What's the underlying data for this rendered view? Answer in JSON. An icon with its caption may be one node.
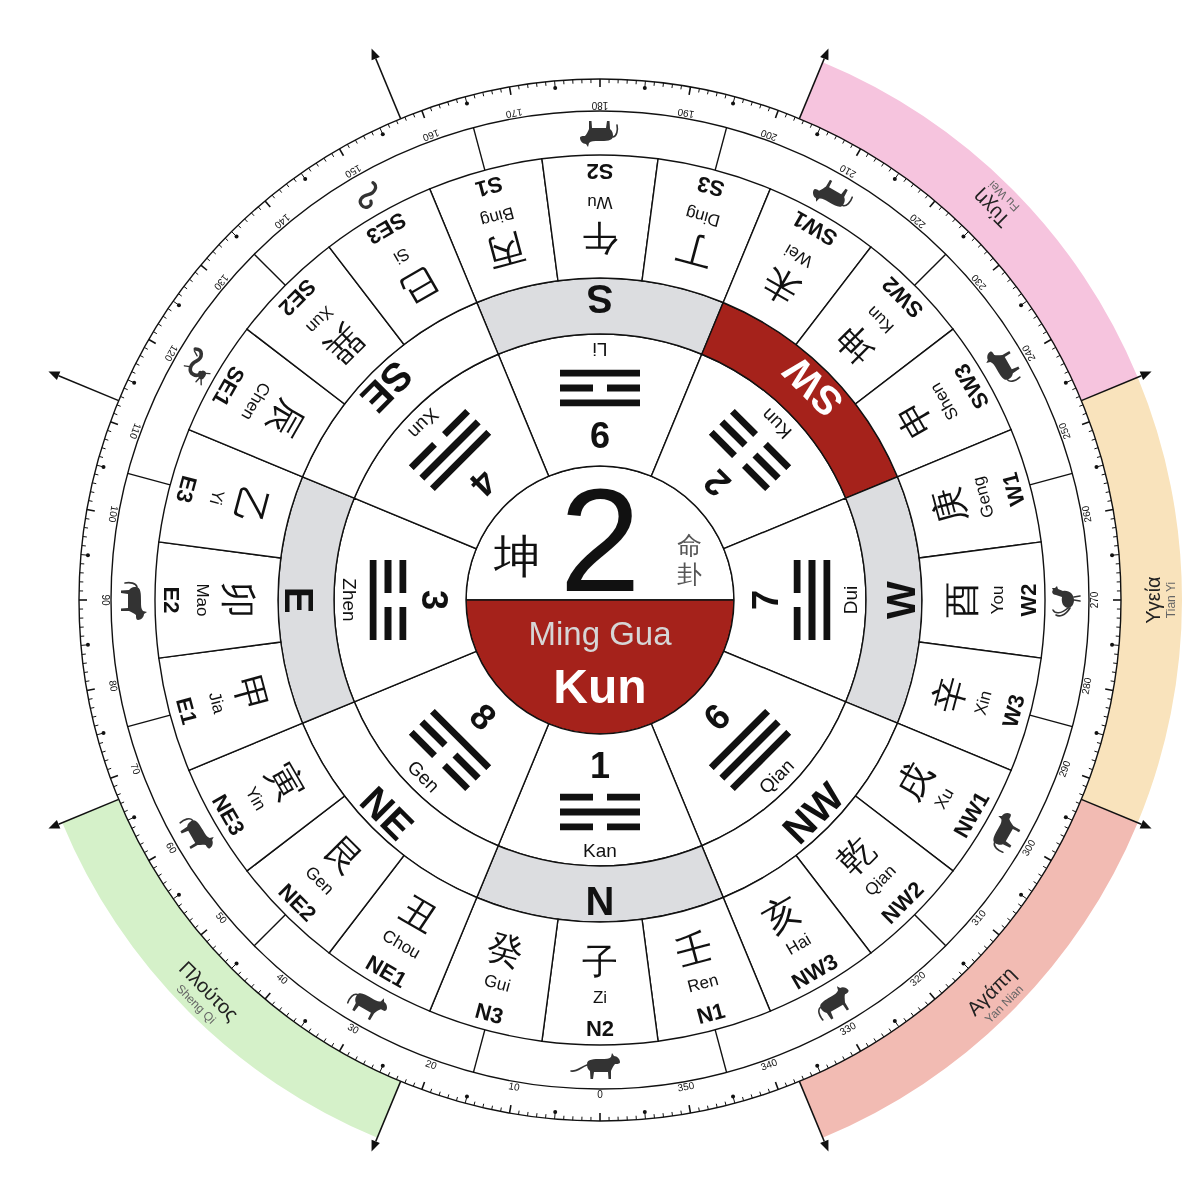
{
  "diagram": {
    "nodes": [
      {
        "text": [
          "坤",
          "2",
          "命卦"
        ]
      },
      {
        "text": [
          "Ming Gua",
          "Kun"
        ]
      },
      {
        "text": [
          "9",
          "Li"
        ]
      },
      {
        "text": [
          "2",
          "Kun"
        ]
      },
      {
        "text": [
          "7",
          "Dui"
        ]
      },
      {
        "text": [
          "6",
          "Qian"
        ]
      },
      {
        "text": [
          "1",
          "Kan"
        ]
      },
      {
        "text": [
          "8",
          "Gen"
        ]
      },
      {
        "text": [
          "3",
          "Zhen"
        ]
      },
      {
        "text": [
          "4",
          "Xun"
        ]
      },
      {
        "text": [
          "S"
        ]
      },
      {
        "text": [
          "SW"
        ]
      },
      {
        "text": [
          "W"
        ]
      },
      {
        "text": [
          "NW"
        ]
      },
      {
        "text": [
          "N"
        ]
      },
      {
        "text": [
          "NE"
        ]
      },
      {
        "text": [
          "E"
        ]
      },
      {
        "text": [
          "SE"
        ]
      },
      {
        "text": [
          "丙",
          "Bing",
          "S1"
        ]
      },
      {
        "text": [
          "午",
          "Wu",
          "S2"
        ]
      },
      {
        "text": [
          "丁",
          "Ding",
          "S3"
        ]
      },
      {
        "text": [
          "未",
          "Wei",
          "SW1"
        ]
      },
      {
        "text": [
          "坤",
          "Kun",
          "SW2"
        ]
      },
      {
        "text": [
          "申",
          "Shen",
          "SW3"
        ]
      },
      {
        "text": [
          "庚",
          "Geng",
          "W1"
        ]
      },
      {
        "text": [
          "酉",
          "You",
          "W2"
        ]
      },
      {
        "text": [
          "辛",
          "Xin",
          "W3"
        ]
      },
      {
        "text": [
          "戌",
          "Xu",
          "NW1"
        ]
      },
      {
        "text": [
          "乾",
          "Qian",
          "NW2"
        ]
      },
      {
        "text": [
          "亥",
          "Hai",
          "NW3"
        ]
      },
      {
        "text": [
          "壬",
          "Ren",
          "N1"
        ]
      },
      {
        "text": [
          "子",
          "Zi",
          "N2"
        ]
      },
      {
        "text": [
          "癸",
          "Gui",
          "N3"
        ]
      },
      {
        "text": [
          "丑",
          "Chou",
          "NE1"
        ]
      },
      {
        "text": [
          "艮",
          "Gen",
          "NE2"
        ]
      },
      {
        "text": [
          "寅",
          "Yin",
          "NE3"
        ]
      },
      {
        "text": [
          "甲",
          "Jia",
          "E1"
        ]
      },
      {
        "text": [
          "卯",
          "Mao",
          "E2"
        ]
      },
      {
        "text": [
          "乙",
          "Yi",
          "E3"
        ]
      },
      {
        "text": [
          "辰",
          "Chen",
          "SE1"
        ]
      },
      {
        "text": [
          "巽",
          "Xun",
          "SE2"
        ]
      },
      {
        "text": [
          "巳",
          "Si",
          "SE3"
        ]
      },
      {
        "text": [
          "Τύχη",
          "Fu Wei"
        ]
      },
      {
        "text": [
          "Υγεία",
          "Tian Yi"
        ]
      },
      {
        "text": [
          "Αγάπη",
          "Yan Nian"
        ]
      },
      {
        "text": [
          "Πλούτος",
          "Sheng Qi"
        ]
      }
    ],
    "labels": [
      "0",
      "10",
      "20",
      "30",
      "40",
      "50",
      "60",
      "70",
      "80",
      "90",
      "100",
      "110",
      "120",
      "130",
      "140",
      "150",
      "160",
      "170",
      "180",
      "190",
      "200",
      "210",
      "220",
      "230",
      "240",
      "250",
      "260",
      "270",
      "280",
      "290",
      "300",
      "310",
      "320",
      "330",
      "340",
      "350"
    ]
  }
}
